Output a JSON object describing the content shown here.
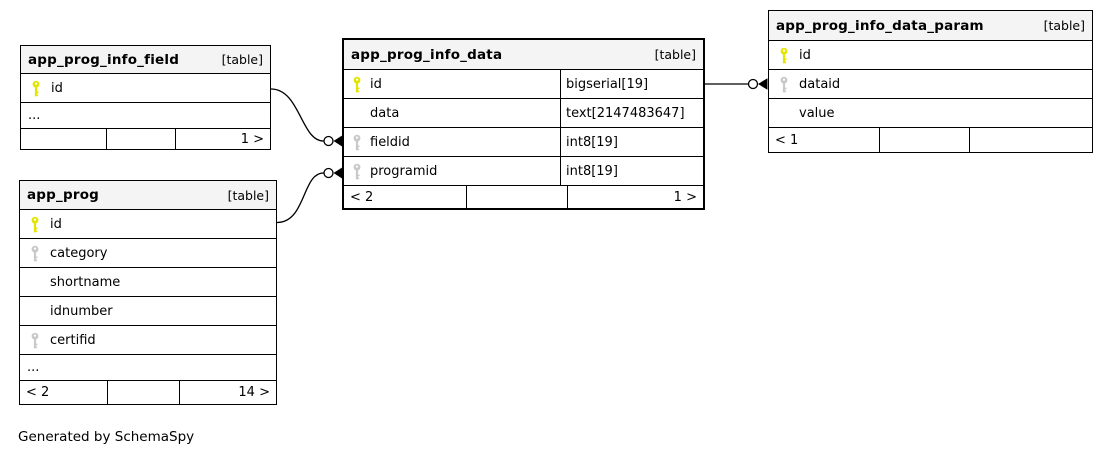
{
  "note": "Generated by SchemaSpy",
  "colors": {
    "primary_key": "#e3e500",
    "foreign_key": "#c9c9c9",
    "header_bg": "#f4f4f4",
    "border": "#000000"
  },
  "tables": [
    {
      "name": "app_prog_info_field",
      "tag": "[table]",
      "rows": [
        {
          "col": "id",
          "key": "pk"
        },
        {
          "col": "...",
          "key": "none"
        }
      ],
      "footer": {
        "parents": "",
        "mid": "",
        "children": "1 >"
      }
    },
    {
      "name": "app_prog",
      "tag": "[table]",
      "rows": [
        {
          "col": "id",
          "key": "pk"
        },
        {
          "col": "category",
          "key": "fk"
        },
        {
          "col": "shortname",
          "key": "none"
        },
        {
          "col": "idnumber",
          "key": "none"
        },
        {
          "col": "certifid",
          "key": "fk"
        },
        {
          "col": "...",
          "key": "none"
        }
      ],
      "footer": {
        "parents": "< 2",
        "mid": "",
        "children": "14 >"
      }
    },
    {
      "name": "app_prog_info_data",
      "tag": "[table]",
      "rows": [
        {
          "col": "id",
          "type": "bigserial[19]",
          "key": "pk"
        },
        {
          "col": "data",
          "type": "text[2147483647]",
          "key": "none"
        },
        {
          "col": "fieldid",
          "type": "int8[19]",
          "key": "fk"
        },
        {
          "col": "programid",
          "type": "int8[19]",
          "key": "fk"
        }
      ],
      "footer": {
        "parents": "< 2",
        "mid": "",
        "children": "1 >"
      }
    },
    {
      "name": "app_prog_info_data_param",
      "tag": "[table]",
      "rows": [
        {
          "col": "id",
          "key": "pk"
        },
        {
          "col": "dataid",
          "key": "fk"
        },
        {
          "col": "value",
          "key": "none"
        }
      ],
      "footer": {
        "parents": "< 1",
        "mid": "",
        "children": ""
      }
    }
  ],
  "relationships": [
    {
      "from": "app_prog_info_field.id",
      "to": "app_prog_info_data.fieldid"
    },
    {
      "from": "app_prog.id",
      "to": "app_prog_info_data.programid"
    },
    {
      "from": "app_prog_info_data.id",
      "to": "app_prog_info_data_param.dataid"
    }
  ]
}
